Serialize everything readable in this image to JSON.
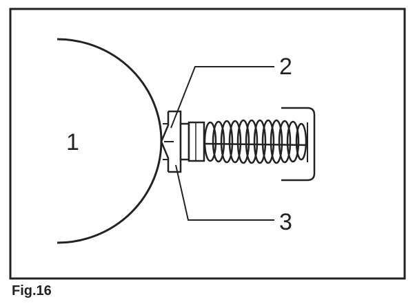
{
  "figure": {
    "labels": {
      "part_1": "1",
      "part_2": "2",
      "part_3": "3"
    },
    "caption": "Fig.16"
  },
  "colors": {
    "ink": "#222222",
    "background": "#ffffff"
  }
}
